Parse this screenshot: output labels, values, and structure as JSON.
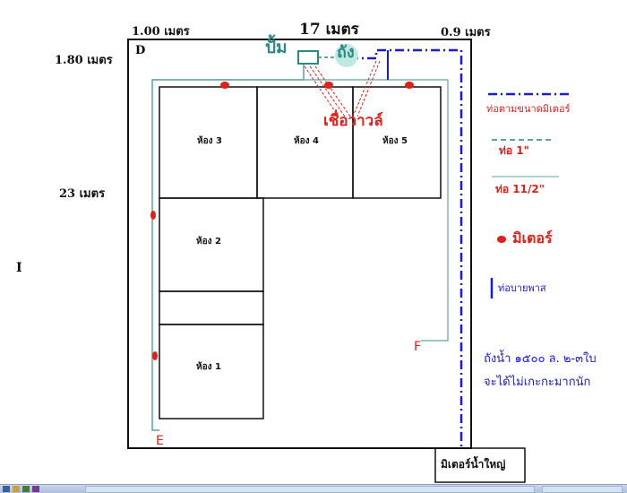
{
  "dimensions": {
    "top_left": "1.00 เมตร",
    "top_center": "17 เมตร",
    "top_right": "0.9 เมตร",
    "left_top": "1.80 เมตร",
    "left_middle": "23 เมตร"
  },
  "corner_labels": {
    "d": "D",
    "e": "E",
    "f": "F"
  },
  "equipment": {
    "pump": "ปั้ม",
    "tank": "ถัง",
    "valve_joint": "เชื่อวาวล์"
  },
  "rooms": [
    "ห้อง 1",
    "ห้อง 2",
    "ห้อง 3",
    "ห้อง 4",
    "ห้อง 5"
  ],
  "legend": {
    "meter_pipe": "ท่อตามขนาดมิเตอร์",
    "pipe_1": "ท่อ 1\"",
    "pipe_1_5": "ท่อ 11/2\"",
    "meter": "มิเตอร์",
    "bypass": "ท่อบายพาส"
  },
  "note": {
    "line1": "ถังน้ำ ๑๕๐๐ ล. ๒-๓ใบ",
    "line2": "จะได้ไม่เกะกะมากนัก"
  },
  "main_meter": "มิเตอร์น้ำใหญ่",
  "stray_mark": "I",
  "colors": {
    "outline": "#111111",
    "meter_pipe": "#1a1ad6",
    "pipe_1": "#5fa3a0",
    "meter": "#e0201a",
    "callout": "#e0201a"
  }
}
